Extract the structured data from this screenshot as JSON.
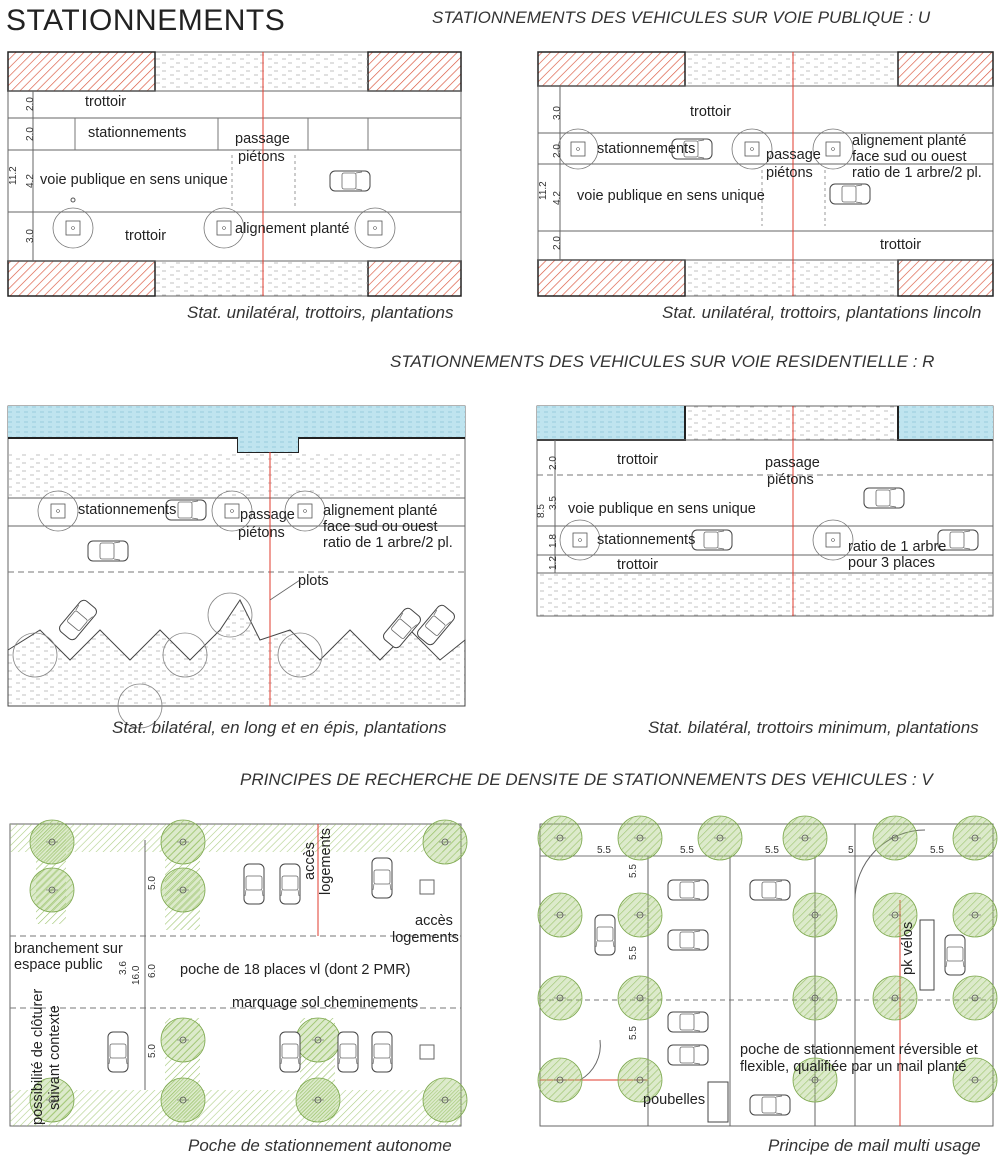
{
  "page": {
    "title": "STATIONNEMENTS"
  },
  "sections": {
    "u": "STATIONNEMENTS DES VEHICULES SUR VOIE PUBLIQUE : U",
    "r": "STATIONNEMENTS DES VEHICULES SUR VOIE RESIDENTIELLE : R",
    "v": "PRINCIPES DE RECHERCHE DE DENSITE DE STATIONNEMENTS DES VEHICULES : V"
  },
  "captions": {
    "p1": "Stat. unilatéral, trottoirs, plantations",
    "p2": "Stat. unilatéral, trottoirs, plantations lincoln",
    "p3": "Stat. bilatéral, en long et en épis, plantations",
    "p4": "Stat. bilatéral, trottoirs minimum, plantations",
    "p5": "Poche de stationnement autonome",
    "p6": "Principe de mail multi usage"
  },
  "labels": {
    "trottoir": "trottoir",
    "stationnements": "stationnements",
    "passage": "passage",
    "pietons": "piétons",
    "voie": "voie publique en sens unique",
    "alignement": "alignement planté",
    "face": "face sud ou ouest",
    "ratio": "ratio de 1 arbre/2 pl.",
    "plots": "plots",
    "ratio3a": "ratio de 1 arbre",
    "ratio3b": "pour 3 places",
    "acces": "accès",
    "logements": "logements",
    "branchement": "branchement sur",
    "espace": "espace public",
    "poche18": "poche de 18 places vl (dont 2 PMR)",
    "marquage": "marquage sol cheminements",
    "possibilite": "possibilité de clôturer",
    "suivant": "suivant contexte",
    "pkvelos": "pk vélos",
    "pocherev": "poche de stationnement réversible et",
    "flexible": "flexible, qualifiée par un mail planté",
    "poubelles": "poubelles"
  },
  "dims": {
    "d20": "2.0",
    "d42": "4.2",
    "d30": "3.0",
    "d112": "11.2",
    "d85": "8.5",
    "d35": "3.5",
    "d18": "1.8",
    "d12": "1.2",
    "d50": "5.0",
    "d160": "16.0",
    "d60": "6.0",
    "d36": "3.6",
    "d55": "5.5",
    "d5": "5"
  },
  "colors": {
    "building": "#d9533a",
    "water": "#bfe4ef",
    "tree": "#9bc36a",
    "red": "#e23b2e",
    "line": "#555555"
  }
}
